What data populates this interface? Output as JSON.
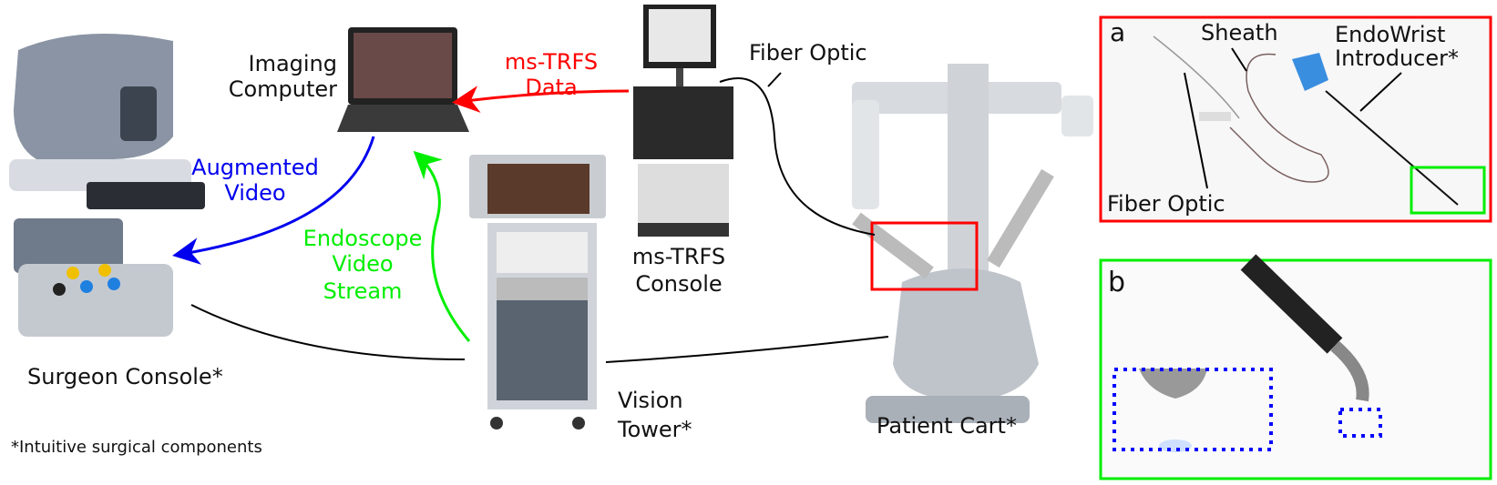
{
  "labels": {
    "imaging_computer": [
      "Imaging",
      "Computer"
    ],
    "ms_trfs_data": [
      "ms-TRFS",
      "Data"
    ],
    "fiber_optic": "Fiber Optic",
    "augmented_video": [
      "Augmented",
      "Video"
    ],
    "endoscope_video_stream": [
      "Endoscope",
      "Video",
      "Stream"
    ],
    "ms_trfs_console": [
      "ms-TRFS",
      "Console"
    ],
    "surgeon_console": "Surgeon Console*",
    "footnote": "*Intuitive surgical components",
    "vision_tower": [
      "Vision",
      "Tower*"
    ],
    "patient_cart": "Patient Cart*"
  },
  "inset_a": {
    "panel_label": "a",
    "sheath": "Sheath",
    "endowrist": [
      "EndoWrist",
      "Introducer*"
    ],
    "fiber_optic": "Fiber Optic"
  },
  "inset_b": {
    "panel_label": "b"
  },
  "colors": {
    "data_arrow": "#ff0000",
    "augmented_arrow": "#0000ee",
    "endoscope_arrow": "#00ee00",
    "inset_a_border": "#ff0000",
    "inset_b_border": "#00ee00",
    "tip_highlight": "#0000ff"
  }
}
